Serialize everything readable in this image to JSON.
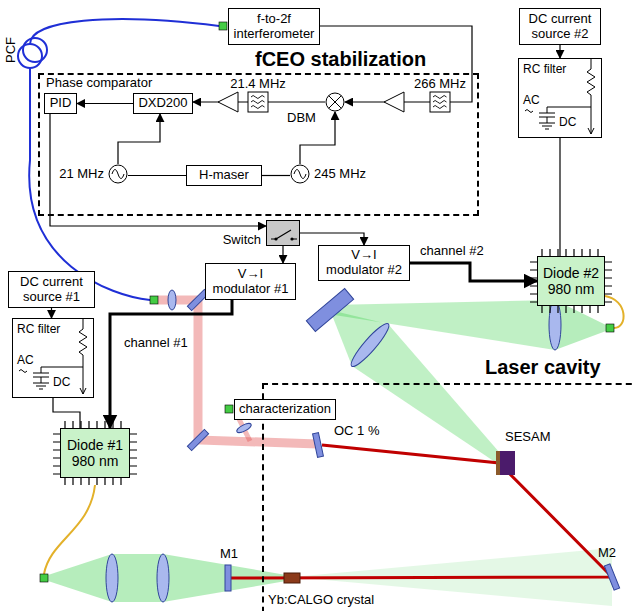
{
  "diagram": {
    "nodes": [
      {
        "text": [
          "f-to-2f interferometer"
        ]
      },
      {
        "text": [
          "DC current source #2"
        ]
      },
      {
        "text": [
          "fCEO stabilization"
        ]
      },
      {
        "text": [
          "PID"
        ],
        "in": 2
      },
      {
        "text": [
          "DXD200"
        ],
        "in": 2
      },
      {
        "text": [
          "DBM"
        ],
        "in": 2
      },
      {
        "text": [
          "21 MHz"
        ],
        "in": 2
      },
      {
        "text": [
          "H-maser"
        ],
        "in": 2
      },
      {
        "text": [
          "245 MHz"
        ],
        "in": 2
      },
      {
        "text": [
          "RC filter",
          "AC",
          "DC"
        ]
      },
      {
        "text": [
          "Switch"
        ]
      },
      {
        "text": [
          "V→I modulator #1"
        ]
      },
      {
        "text": [
          "V→I modulator #2"
        ]
      },
      {
        "text": [
          "Diode #2 980 nm"
        ]
      },
      {
        "text": [
          "DC current source #1"
        ]
      },
      {
        "text": [
          "RC filter",
          "AC",
          "DC"
        ]
      },
      {
        "text": [
          "Diode #1 980 nm"
        ]
      },
      {
        "text": [
          "characterization"
        ]
      },
      {
        "text": [
          "Laser cavity"
        ]
      }
    ],
    "edges": [
      {
        "from": 0,
        "to": 5,
        "arrow": "to"
      },
      {
        "from": 8,
        "to": 5,
        "arrow": "to"
      },
      {
        "from": 5,
        "to": 4,
        "arrow": "to"
      },
      {
        "from": 6,
        "to": 4,
        "arrow": "to"
      },
      {
        "from": 7,
        "to": 6,
        "arrow": "none"
      },
      {
        "from": 7,
        "to": 8,
        "arrow": "none"
      },
      {
        "from": 4,
        "to": 3,
        "arrow": "to"
      },
      {
        "from": 3,
        "to": 10,
        "arrow": "to"
      },
      {
        "from": 10,
        "to": 11,
        "arrow": "to"
      },
      {
        "from": 10,
        "to": 12,
        "arrow": "to"
      },
      {
        "from": 12,
        "to": 13,
        "label": "channel #2",
        "arrow": "to"
      },
      {
        "from": 11,
        "to": 16,
        "label": "channel #1",
        "arrow": "to"
      },
      {
        "from": 1,
        "to": 9,
        "arrow": "to"
      },
      {
        "from": 9,
        "to": 13,
        "arrow": "none"
      },
      {
        "from": 14,
        "to": 15,
        "arrow": "to"
      },
      {
        "from": 15,
        "to": 16,
        "arrow": "none"
      }
    ],
    "labels": [
      "PCF",
      "Phase comparator",
      "21.4 MHz",
      "266 MHz",
      "OC 1 %",
      "SESAM",
      "M1",
      "M2",
      "Yb:CALGO crystal"
    ]
  }
}
